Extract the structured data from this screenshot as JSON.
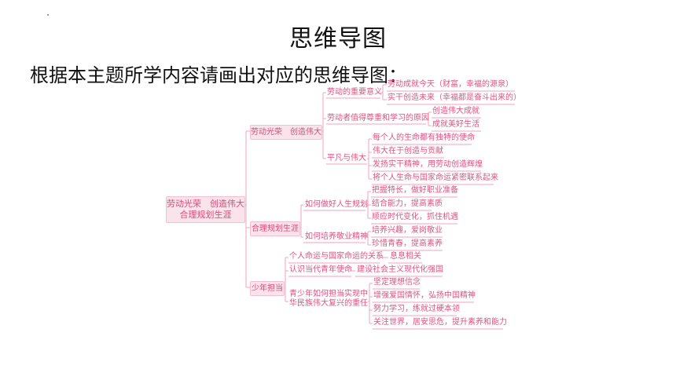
{
  "slide": {
    "title": "思维导图",
    "subtitle": "根据本主题所学内容请画出对应的思维导图："
  },
  "mindmap": {
    "root": {
      "line1": "劳动光荣　创造伟大",
      "line2": "合理规划生涯"
    },
    "branches": [
      {
        "label": "劳动光荣　创造伟大",
        "subs": [
          {
            "label": "劳动的重要意义",
            "leaves": [
              "劳动成就今天（财富，幸福的源泉）",
              "实干创造未来（幸福都是奋斗出来的）"
            ]
          },
          {
            "label": "劳动者值得尊重和学习的原因",
            "leaves": [
              "创造伟大成就",
              "成就美好生活"
            ]
          },
          {
            "label": "平凡与伟大",
            "leaves": [
              "每个人的生命都有独特的使命",
              "伟大在于创造与贡献",
              "发扬实干精神，用劳动创造辉煌",
              "将个人生命与国家命运紧密联系起来"
            ]
          }
        ]
      },
      {
        "label": "合理规划生涯",
        "subs": [
          {
            "label": "如何做好人生规划",
            "leaves": [
              "把握特长，做好职业准备",
              "结合能力，提高素质",
              "顺应时代变化，抓住机遇"
            ]
          },
          {
            "label": "如何培养敬业精神",
            "leaves": [
              "培养兴趣，爱岗敬业",
              "珍惜青春，提高素养"
            ]
          }
        ]
      },
      {
        "label": "少年担当",
        "subs": [
          {
            "label": "个人命运与国家命运的关系",
            "leaves": [
              "息息相关"
            ]
          },
          {
            "label": "认识当代青年使命",
            "leaves": [
              "建设社会主义现代化强国"
            ]
          },
          {
            "label": "青少年如何担当实现中华民族伟大复兴的重任",
            "label_line1": "青少年如何担当实现中",
            "label_line2": "华民族伟大复兴的重任",
            "leaves": [
              "坚定理想信念",
              "增强爱国情怀，弘扬中国精神",
              "努力学习，练就过硬本领",
              "关注世界，居安思危，提升素养和能力"
            ]
          }
        ]
      }
    ]
  },
  "colors": {
    "line": "#f0a3bf",
    "text": "#e0527f",
    "box_fill": "#fbe3ec"
  }
}
